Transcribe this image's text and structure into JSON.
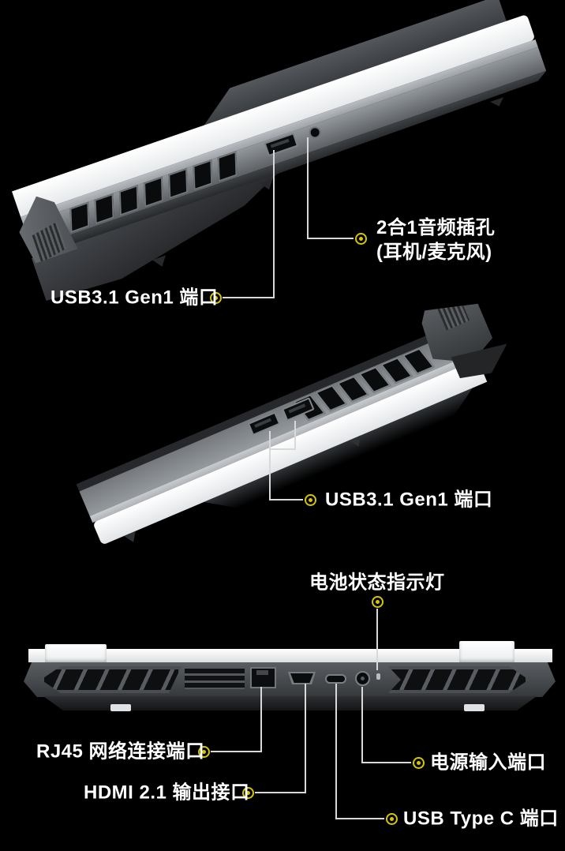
{
  "background": "#000000",
  "colors": {
    "accent_marker": "#d6c600",
    "callout_line": "#d9d9d9",
    "label_text": "#ffffff"
  },
  "views": {
    "left_side": {
      "callouts": [
        {
          "label": "USB3.1 Gen1 端口",
          "target": "usb-a-port"
        },
        {
          "label_line1": "2合1音频插孔",
          "label_line2": "(耳机/麦克风)",
          "target": "audio-combo-jack"
        }
      ]
    },
    "right_side": {
      "callouts": [
        {
          "label": "USB3.1 Gen1 端口",
          "target": "dual-usb-a-ports"
        }
      ]
    },
    "rear": {
      "callouts": [
        {
          "label": "电池状态指示灯",
          "target": "battery-status-led"
        },
        {
          "label": "RJ45 网络连接端口",
          "target": "rj45-port"
        },
        {
          "label": "HDMI 2.1 输出接口",
          "target": "hdmi-port"
        },
        {
          "label": "电源输入端口",
          "target": "dc-power-port"
        },
        {
          "label": "USB Type C 端口",
          "target": "usb-c-port"
        }
      ]
    }
  }
}
